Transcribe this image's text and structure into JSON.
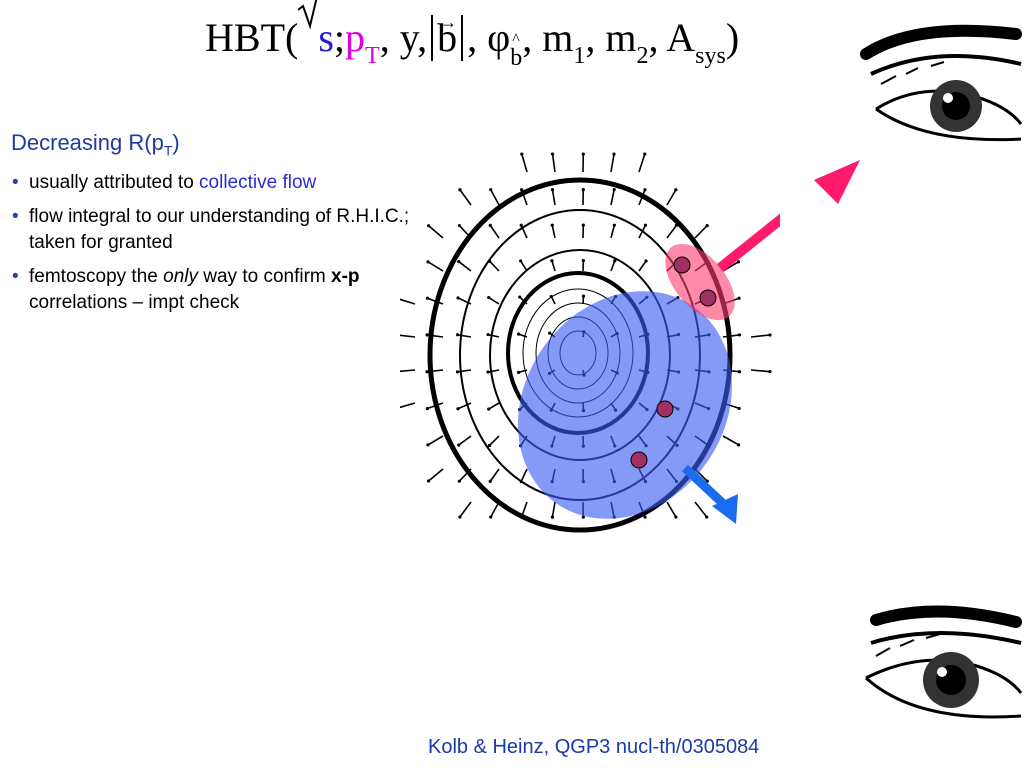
{
  "formula": {
    "prefix": "HBT(",
    "sqrt_var": "s",
    "semicolon": ";",
    "pt_main": "p",
    "pt_sub": "T",
    "y": ", y,",
    "b": "b",
    "phi": ", φ",
    "phi_sub": "b",
    "m1_main": ", m",
    "m1_sub": "1",
    "m2_main": ", m",
    "m2_sub": "2",
    "a_main": ", A",
    "a_sub": "sys",
    "suffix": ")"
  },
  "heading": {
    "main": "Decreasing R(p",
    "sub": "T",
    "close": ")"
  },
  "bullets": [
    {
      "pre": "usually attributed to ",
      "hl": "collective flow",
      "post": ""
    },
    {
      "pre": "flow integral to our understanding of R.H.I.C.; taken for granted",
      "hl": "",
      "post": ""
    },
    {
      "pre": "femtoscopy the ",
      "em": "only",
      "mid": " way to confirm ",
      "bold": "x-p",
      "post": " correlations – impt check"
    }
  ],
  "citation": "Kolb & Heinz, QGP3 nucl-th/0305084",
  "colors": {
    "heading": "#1f3aa0",
    "pink_arrow": "#ff1a6e",
    "blue_arrow": "#1a6cf0",
    "blue_ellipse": "#3a5cf0",
    "pink_ellipse": "#ff3a70",
    "dot": "#a03060"
  },
  "icons": [
    "eye-icon-top",
    "eye-icon-bottom"
  ]
}
